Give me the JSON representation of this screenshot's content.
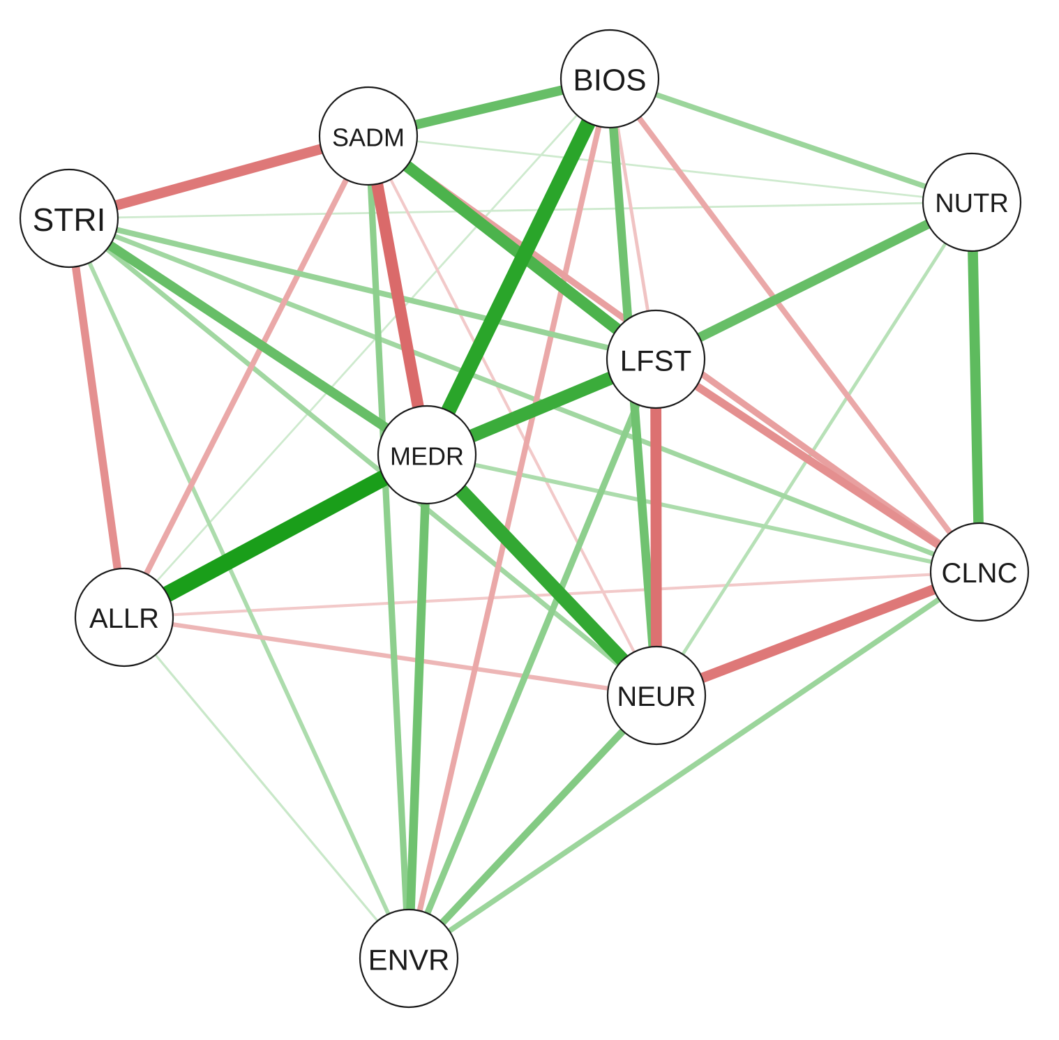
{
  "network": {
    "colors": {
      "positive": "#1a9e1a",
      "negative": "#d04040"
    },
    "nodes": [
      {
        "id": "BIOS",
        "label": "BIOS"
      },
      {
        "id": "SADM",
        "label": "SADM"
      },
      {
        "id": "STRI",
        "label": "STRI"
      },
      {
        "id": "NUTR",
        "label": "NUTR"
      },
      {
        "id": "LFST",
        "label": "LFST"
      },
      {
        "id": "MEDR",
        "label": "MEDR"
      },
      {
        "id": "ALLR",
        "label": "ALLR"
      },
      {
        "id": "CLNC",
        "label": "CLNC"
      },
      {
        "id": "NEUR",
        "label": "NEUR"
      },
      {
        "id": "ENVR",
        "label": "ENVR"
      }
    ],
    "edges": [
      {
        "from": "MEDR",
        "to": "ALLR",
        "sign": "positive",
        "weight": 1.0
      },
      {
        "from": "BIOS",
        "to": "MEDR",
        "sign": "positive",
        "weight": 0.9
      },
      {
        "from": "MEDR",
        "to": "NEUR",
        "sign": "positive",
        "weight": 0.85
      },
      {
        "from": "MEDR",
        "to": "LFST",
        "sign": "positive",
        "weight": 0.8
      },
      {
        "from": "SADM",
        "to": "LFST",
        "sign": "positive",
        "weight": 0.7
      },
      {
        "from": "SADM",
        "to": "MEDR",
        "sign": "negative",
        "weight": 0.7
      },
      {
        "from": "LFST",
        "to": "NEUR",
        "sign": "negative",
        "weight": 0.65
      },
      {
        "from": "STRI",
        "to": "SADM",
        "sign": "negative",
        "weight": 0.6
      },
      {
        "from": "NEUR",
        "to": "CLNC",
        "sign": "negative",
        "weight": 0.6
      },
      {
        "from": "NUTR",
        "to": "CLNC",
        "sign": "positive",
        "weight": 0.6
      },
      {
        "from": "BIOS",
        "to": "SADM",
        "sign": "positive",
        "weight": 0.55
      },
      {
        "from": "STRI",
        "to": "MEDR",
        "sign": "positive",
        "weight": 0.55
      },
      {
        "from": "NUTR",
        "to": "LFST",
        "sign": "positive",
        "weight": 0.55
      },
      {
        "from": "BIOS",
        "to": "NEUR",
        "sign": "positive",
        "weight": 0.5
      },
      {
        "from": "MEDR",
        "to": "ENVR",
        "sign": "positive",
        "weight": 0.5
      },
      {
        "from": "STRI",
        "to": "ALLR",
        "sign": "negative",
        "weight": 0.45
      },
      {
        "from": "LFST",
        "to": "CLNC",
        "sign": "negative",
        "weight": 0.45
      },
      {
        "from": "NEUR",
        "to": "ENVR",
        "sign": "positive",
        "weight": 0.4
      },
      {
        "from": "SADM",
        "to": "ENVR",
        "sign": "positive",
        "weight": 0.35
      },
      {
        "from": "LFST",
        "to": "ENVR",
        "sign": "positive",
        "weight": 0.35
      },
      {
        "from": "SADM",
        "to": "CLNC",
        "sign": "negative",
        "weight": 0.35
      },
      {
        "from": "BIOS",
        "to": "CLNC",
        "sign": "negative",
        "weight": 0.3
      },
      {
        "from": "SADM",
        "to": "ALLR",
        "sign": "negative",
        "weight": 0.3
      },
      {
        "from": "BIOS",
        "to": "ENVR",
        "sign": "negative",
        "weight": 0.3
      },
      {
        "from": "BIOS",
        "to": "NUTR",
        "sign": "positive",
        "weight": 0.28
      },
      {
        "from": "STRI",
        "to": "LFST",
        "sign": "positive",
        "weight": 0.3
      },
      {
        "from": "STRI",
        "to": "CLNC",
        "sign": "positive",
        "weight": 0.25
      },
      {
        "from": "STRI",
        "to": "NEUR",
        "sign": "positive",
        "weight": 0.25
      },
      {
        "from": "STRI",
        "to": "ENVR",
        "sign": "positive",
        "weight": 0.2
      },
      {
        "from": "ENVR",
        "to": "CLNC",
        "sign": "positive",
        "weight": 0.28
      },
      {
        "from": "MEDR",
        "to": "CLNC",
        "sign": "positive",
        "weight": 0.2
      },
      {
        "from": "ALLR",
        "to": "NEUR",
        "sign": "negative",
        "weight": 0.22
      },
      {
        "from": "ALLR",
        "to": "CLNC",
        "sign": "negative",
        "weight": 0.12
      },
      {
        "from": "NUTR",
        "to": "NEUR",
        "sign": "positive",
        "weight": 0.15
      },
      {
        "from": "BIOS",
        "to": "LFST",
        "sign": "negative",
        "weight": 0.15
      },
      {
        "from": "SADM",
        "to": "NEUR",
        "sign": "negative",
        "weight": 0.12
      },
      {
        "from": "ALLR",
        "to": "ENVR",
        "sign": "positive",
        "weight": 0.08
      },
      {
        "from": "STRI",
        "to": "NUTR",
        "sign": "positive",
        "weight": 0.06
      },
      {
        "from": "BIOS",
        "to": "ALLR",
        "sign": "positive",
        "weight": 0.06
      },
      {
        "from": "SADM",
        "to": "NUTR",
        "sign": "positive",
        "weight": 0.06
      }
    ]
  }
}
